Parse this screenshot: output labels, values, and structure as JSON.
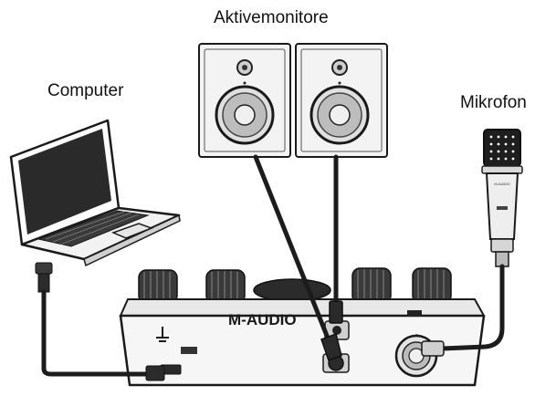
{
  "labels": {
    "active_monitors": "Aktivemonitore",
    "computer": "Computer",
    "microphone": "Mikrofon"
  },
  "device": {
    "brand": "M-AUDIO",
    "mic_brand": "M-AUDIO"
  },
  "colors": {
    "ink": "#1a1a1a",
    "cable": "#1c1c1c",
    "device_body": "#f4f4f4",
    "knob": "#3a3a3a",
    "speaker_cabinet": "#f2f2f2"
  }
}
